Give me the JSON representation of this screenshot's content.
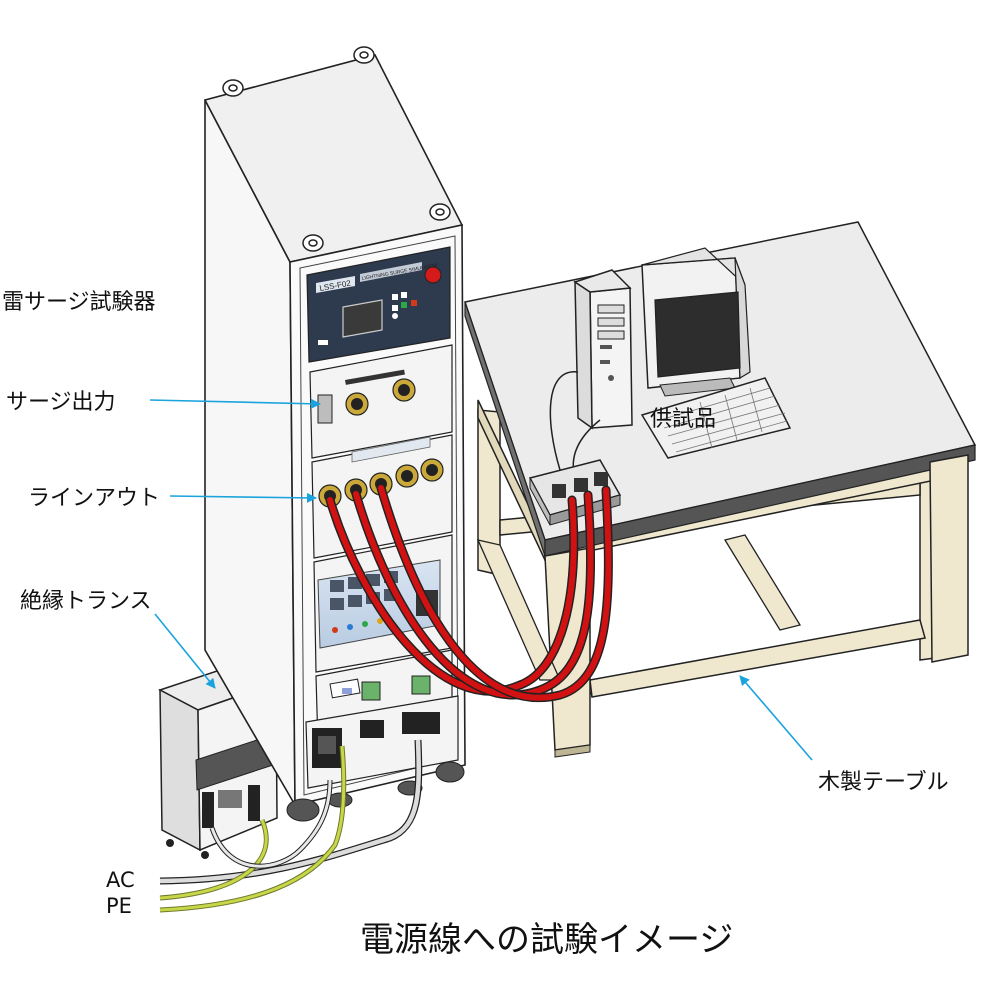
{
  "labels": {
    "surge_tester": "雷サージ試験器",
    "surge_output": "サージ出力",
    "line_out": "ラインアウト",
    "isolation_transformer": "絶縁トランス",
    "eut": "供試品",
    "wooden_table": "木製テーブル",
    "ac": "AC",
    "pe": "PE",
    "caption": "電源線への試験イメージ"
  },
  "device": {
    "model_plate": "LSS-F02",
    "plate_text": "LIGHTNING SURGE SIMULATOR"
  },
  "colors": {
    "pointer": "#1aa3dd",
    "cable_red": "#d21212",
    "pe_cable": "#c8d64a",
    "table_leg": "#efe8cf",
    "display_dark": "#2d2d2d",
    "rack_panel": "#2e3a4e",
    "stop_button": "#d51a1a"
  }
}
